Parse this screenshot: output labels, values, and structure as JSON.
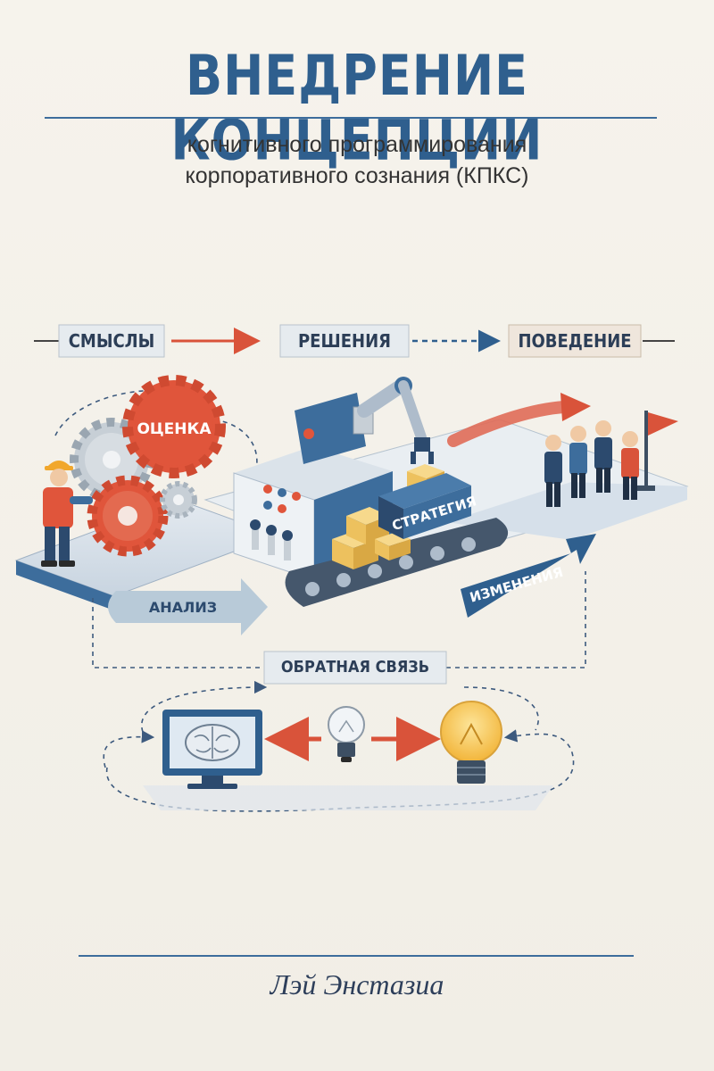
{
  "cover": {
    "title": "ВНЕДРЕНИЕ КОНЦЕПЦИИ",
    "subtitle_line1": "когнитивного программирования",
    "subtitle_line2": "корпоративного сознания (КПКС)",
    "author": "Лэй Энстазиа"
  },
  "diagram": {
    "stage1": "СМЫСЛЫ",
    "stage2": "РЕШЕНИЯ",
    "stage3": "ПОВЕДЕНИЕ",
    "gear_label": "ОЦЕНКА",
    "strategy_label": "СТРАТЕГИЯ",
    "analysis_label": "АНАЛИЗ",
    "changes_label": "ИЗМЕНЕНИЯ",
    "feedback_label": "ОБРАТНАЯ СВЯЗЬ"
  },
  "colors": {
    "primary_blue": "#2f5f8e",
    "accent_red": "#d9533a",
    "bulb_yellow": "#f2b53a"
  },
  "icons": [
    "gear-icon",
    "worker-icon",
    "machine-icon",
    "robot-arm-icon",
    "box-icon",
    "conveyor-icon",
    "people-icon",
    "flag-icon",
    "monitor-icon",
    "brain-icon",
    "lightbulb-icon"
  ]
}
